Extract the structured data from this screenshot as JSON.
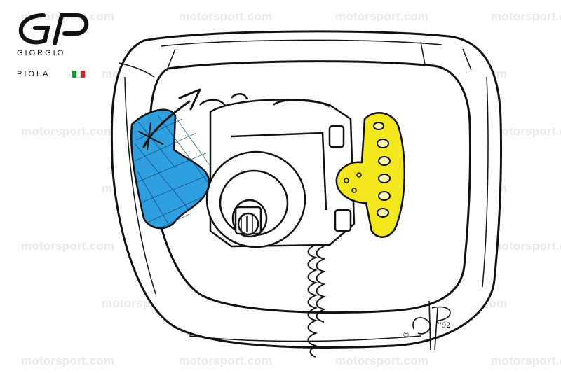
{
  "brand": {
    "line1": "GIORGIO",
    "line2": "PIOLA",
    "flag_colors": [
      "#1a9b3c",
      "#ffffff",
      "#d9262a"
    ]
  },
  "watermark": {
    "text": "motorsport.com"
  },
  "signature": {
    "copyright": "©",
    "year": "'92"
  },
  "colors": {
    "left_paddle": "#2f9fe0",
    "right_paddle": "#f2e81d",
    "outline": "#111111",
    "watermark": "#e9e9e9"
  }
}
